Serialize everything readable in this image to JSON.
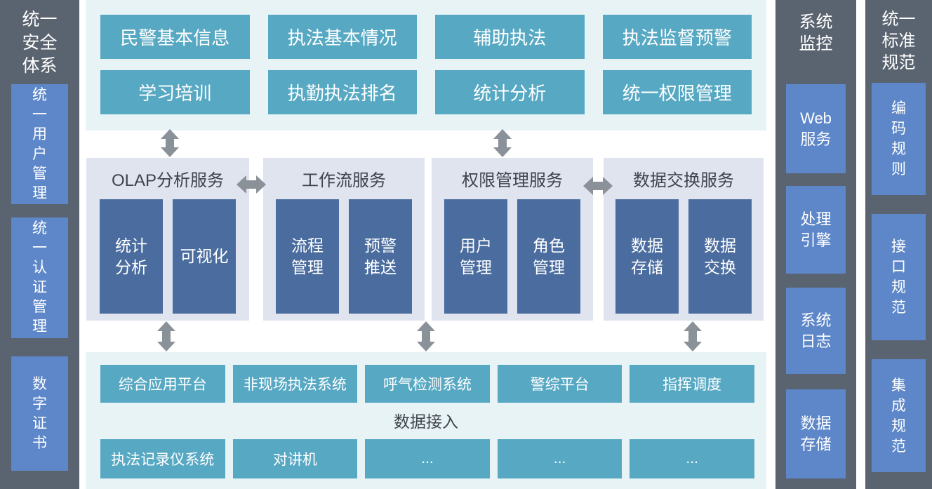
{
  "colors": {
    "column_background": "#5a6370",
    "side_item_blue": "#5d87c8",
    "panel_background": "#e8f3f6",
    "teal_button": "#57a8c3",
    "card_background": "#dfe4ef",
    "module_blue": "#4a6c9e",
    "arrow_gray": "#8b9199",
    "dark_text": "#3e434c",
    "white_text": "#ffffff"
  },
  "icons": {
    "vertical_double_arrow": "css-double-headed-arrow-vertical",
    "horizontal_double_arrow": "css-double-headed-arrow-horizontal"
  },
  "left_sidebar": {
    "title": "统一\n安全\n体系",
    "items": [
      "统\n一\n用\n户\n管\n理",
      "统\n一\n认\n证\n管\n理",
      "数\n字\n证\n书"
    ]
  },
  "top_panel": {
    "buttons": [
      "民警基本信息",
      "执法基本情况",
      "辅助执法",
      "执法监督预警",
      "学习培训",
      "执勤执法排名",
      "统计分析",
      "统一权限管理"
    ]
  },
  "services": [
    {
      "title": "OLAP分析服务",
      "modules": [
        "统计\n分析",
        "可视化"
      ]
    },
    {
      "title": "工作流服务",
      "modules": [
        "流程\n管理",
        "预警\n推送"
      ]
    },
    {
      "title": "权限管理服务",
      "modules": [
        "用户\n管理",
        "角色\n管理"
      ]
    },
    {
      "title": "数据交换服务",
      "modules": [
        "数据\n存储",
        "数据\n交换"
      ]
    }
  ],
  "bottom_panel": {
    "row1": [
      "综合应用平台",
      "非现场执法系统",
      "呼气检测系统",
      "警综平台",
      "指挥调度"
    ],
    "label": "数据接入",
    "row2": [
      "执法记录仪系统",
      "对讲机",
      "...",
      "...",
      "..."
    ]
  },
  "monitor_column": {
    "title": "系统\n监控",
    "items": [
      "Web\n服务",
      "处理\n引擎",
      "系统\n日志",
      "数据\n存储"
    ]
  },
  "standards_column": {
    "title": "统一\n标准\n规范",
    "items": [
      "编\n码\n规\n则",
      "接\n口\n规\n范",
      "集\n成\n规\n范"
    ]
  }
}
